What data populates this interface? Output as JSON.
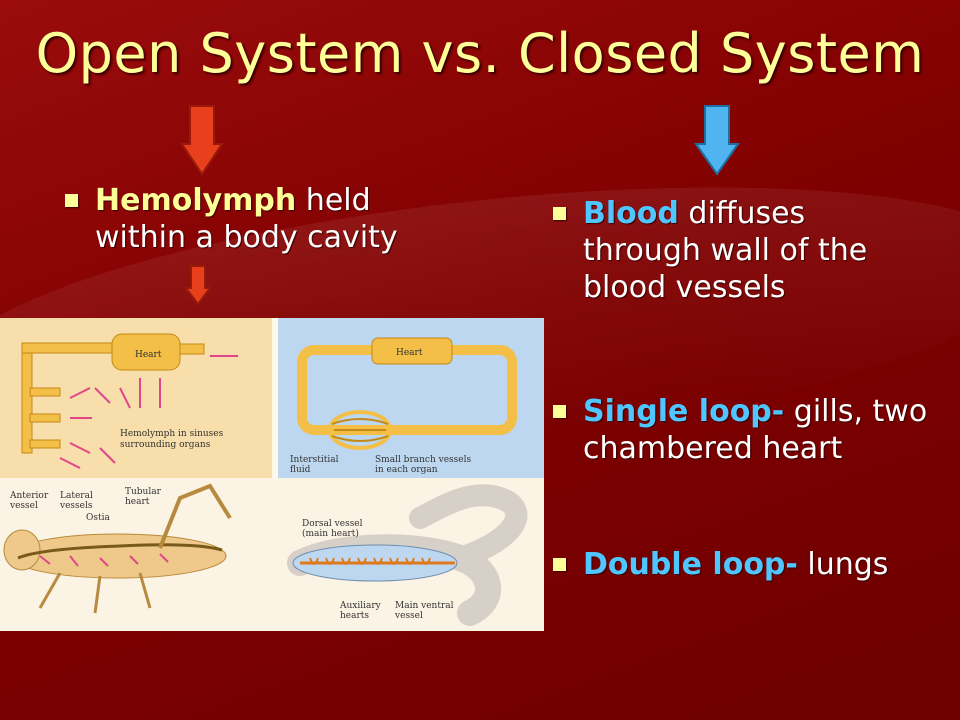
{
  "slide": {
    "title": "Open System vs. Closed System",
    "left": {
      "bullet": {
        "keyword": "Hemolymph",
        "rest": " held within a body cavity"
      }
    },
    "right": {
      "bullets": [
        {
          "keyword": "Blood",
          "rest": " diffuses through wall of the blood vessels"
        },
        {
          "keyword": "Single loop-",
          "rest": " gills, two chambered heart"
        },
        {
          "keyword": "Double loop-",
          "rest": " lungs"
        }
      ]
    },
    "figure": {
      "open_labels": {
        "heart": "Heart",
        "hemolymph_1": "Hemolymph in sinuses",
        "hemolymph_2": "surrounding organs"
      },
      "closed_labels": {
        "heart": "Heart",
        "interstitial_1": "Interstitial",
        "interstitial_2": "fluid",
        "small_1": "Small branch vessels",
        "small_2": "in each organ"
      },
      "insect_labels": {
        "anterior_1": "Anterior",
        "anterior_2": "vessel",
        "lateral_1": "Lateral",
        "lateral_2": "vessels",
        "ostia": "Ostia",
        "tubular_1": "Tubular",
        "tubular_2": "heart"
      },
      "worm_labels": {
        "dorsal_1": "Dorsal vessel",
        "dorsal_2": "(main heart)",
        "aux_1": "Auxiliary",
        "aux_2": "hearts",
        "ventral_1": "Main ventral",
        "ventral_2": "vessel"
      }
    },
    "colors": {
      "background": "#800000",
      "title": "#ffff99",
      "left_keyword": "#ffff99",
      "right_keyword": "#4fc6ff",
      "left_arrow": "#e8401c",
      "right_arrow": "#4fb4f0"
    },
    "icons": [
      "red-down-arrow-icon",
      "blue-down-arrow-icon"
    ]
  }
}
